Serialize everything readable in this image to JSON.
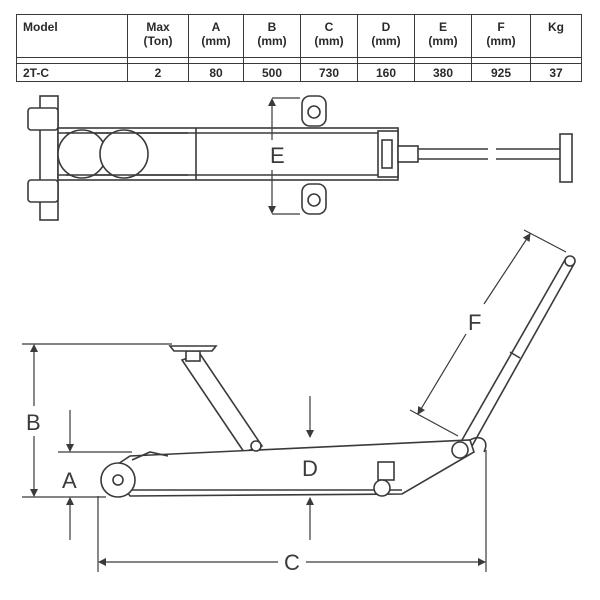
{
  "spec_table": {
    "headers": [
      {
        "main": "Model",
        "unit": ""
      },
      {
        "main": "Max",
        "unit": "(Ton)"
      },
      {
        "main": "A",
        "unit": "(mm)"
      },
      {
        "main": "B",
        "unit": "(mm)"
      },
      {
        "main": "C",
        "unit": "(mm)"
      },
      {
        "main": "D",
        "unit": "(mm)"
      },
      {
        "main": "E",
        "unit": "(mm)"
      },
      {
        "main": "F",
        "unit": "(mm)"
      },
      {
        "main": "Kg",
        "unit": ""
      }
    ],
    "rows": [
      [
        "2T-C",
        "2",
        "80",
        "500",
        "730",
        "160",
        "380",
        "925",
        "37"
      ]
    ]
  },
  "dimension_labels": {
    "a": "A",
    "b": "B",
    "c": "C",
    "d": "D",
    "e": "E",
    "f": "F"
  },
  "colors": {
    "line": "#3a3a3a"
  }
}
